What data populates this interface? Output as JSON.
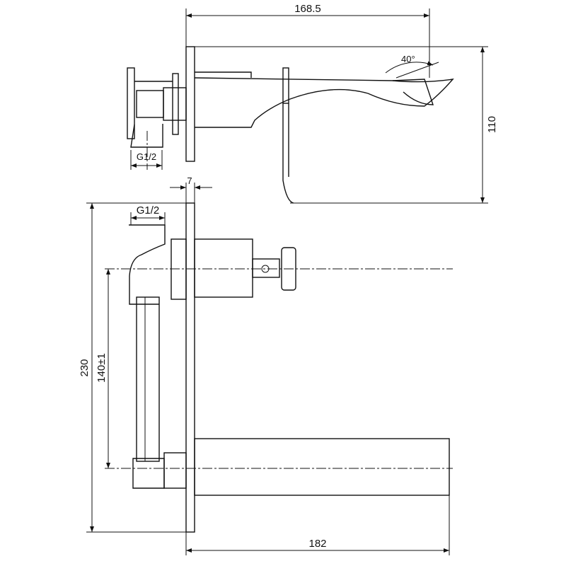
{
  "title": "Wall-mounted basin mixer technical drawing",
  "dimensions": {
    "spout_reach_top": "168.5",
    "spout_angle": "40°",
    "spout_height": "110",
    "thread_top": "G1/2",
    "thread_front": "G1/2",
    "plate_thickness": "7",
    "total_height": "230",
    "axis_distance": "140±1",
    "spout_reach_front": "182"
  },
  "colors": {
    "line": "#111111",
    "background": "#ffffff"
  }
}
